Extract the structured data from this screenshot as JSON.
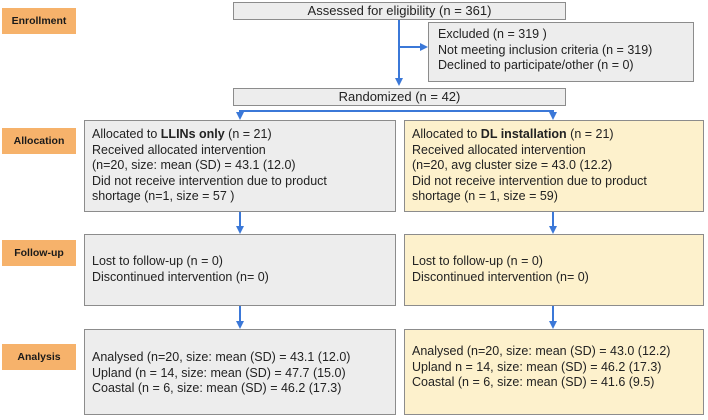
{
  "stages": {
    "enrollment": "Enrollment",
    "allocation": "Allocation",
    "followup": "Follow-up",
    "analysis": "Analysis"
  },
  "assessed": "Assessed for eligibility (n = 361)",
  "excluded": {
    "title": "Excluded (n = 319 )",
    "line1": "Not meeting inclusion criteria (n = 319)",
    "line2": "Declined to participate/other (n = 0)"
  },
  "randomized": "Randomized (n = 42)",
  "arms": {
    "left": {
      "alloc_prefix": "Allocated to ",
      "alloc_bold": "LLINs only",
      "alloc_suffix": " (n = 21)",
      "received": "Received allocated intervention",
      "received_detail": "(n=20, size: mean (SD) = 43.1 (12.0)",
      "not_received": "Did not receive intervention due to product",
      "not_received_detail": "shortage (n=1, size = 57 )",
      "lost": "Lost to follow-up (n = 0)",
      "discontinued": "Discontinued intervention (n= 0)",
      "analysed": "Analysed (n=20, size: mean (SD) = 43.1 (12.0)",
      "upland": "Upland (n = 14, size: mean (SD) = 47.7 (15.0)",
      "coastal": "Coastal (n = 6, size: mean (SD) = 46.2 (17.3)"
    },
    "right": {
      "alloc_prefix": "Allocated to ",
      "alloc_bold": "DL installation",
      "alloc_suffix": " (n = 21)",
      "received": "Received allocated intervention",
      "received_detail": "(n=20, avg cluster size = 43.0 (12.2)",
      "not_received": "Did not receive intervention due to product",
      "not_received_detail": "shortage (n = 1, size = 59)",
      "lost": "Lost to follow-up (n = 0)",
      "discontinued": "Discontinued intervention (n= 0)",
      "analysed": "Analysed (n=20, size: mean (SD) = 43.0 (12.2)",
      "upland": "Upland n = 14, size: mean (SD) = 46.2 (17.3)",
      "coastal": "Coastal (n = 6, size: mean (SD) = 41.6 (9.5)"
    }
  },
  "colors": {
    "connector": "#3b78d8",
    "stage": "#f6b26b",
    "left_box": "#ededed",
    "right_box": "#fdf1cc"
  }
}
